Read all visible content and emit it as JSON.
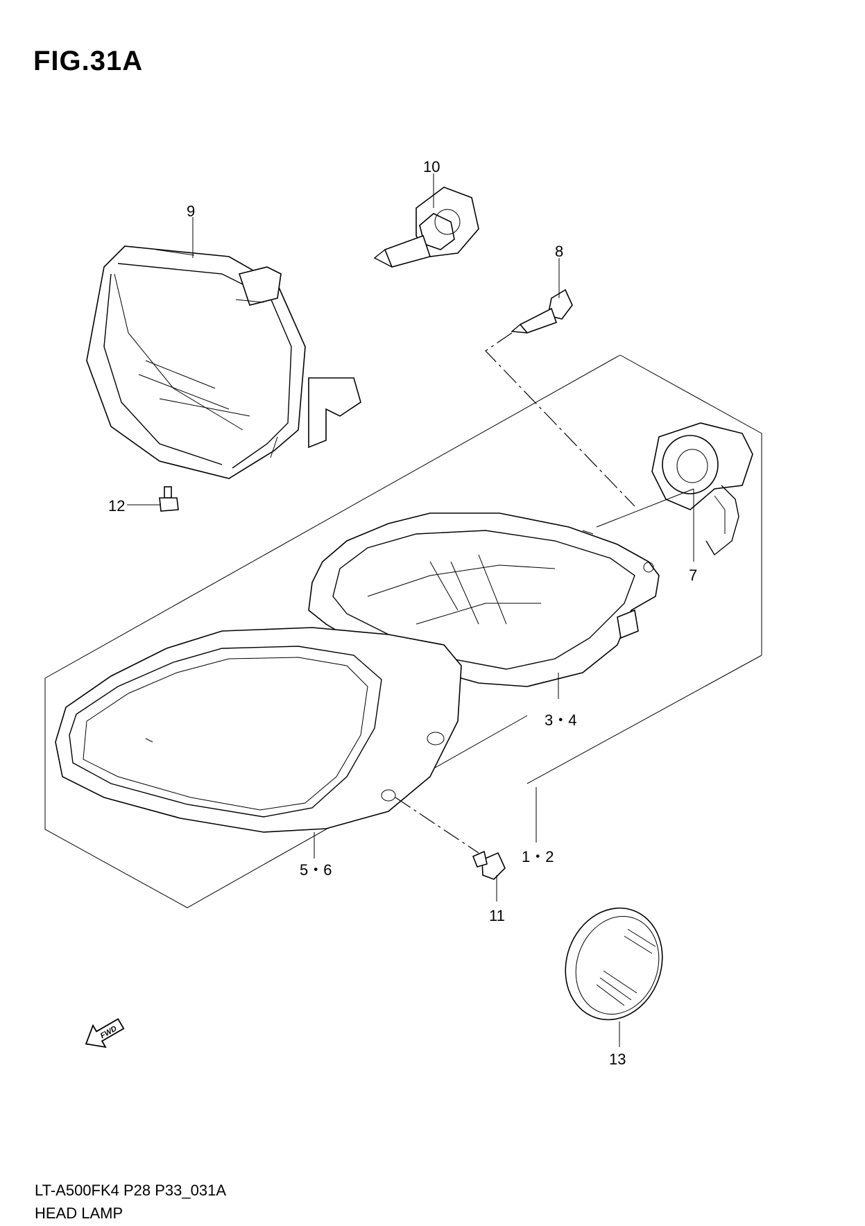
{
  "figure": {
    "title": "FIG.31A"
  },
  "footer": {
    "code": "LT-A500FK4 P28 P33_031A",
    "name": "HEAD LAMP"
  },
  "callouts": [
    {
      "id": "10",
      "label": "10"
    },
    {
      "id": "9",
      "label": "9"
    },
    {
      "id": "8",
      "label": "8"
    },
    {
      "id": "12",
      "label": "12"
    },
    {
      "id": "7",
      "label": "7"
    },
    {
      "id": "3-4",
      "label": "3・4"
    },
    {
      "id": "1-2",
      "label": "1・2"
    },
    {
      "id": "5-6",
      "label": "5・6"
    },
    {
      "id": "11",
      "label": "11"
    },
    {
      "id": "13",
      "label": "13"
    }
  ],
  "fwd_arrow": {
    "label": "FWD"
  }
}
